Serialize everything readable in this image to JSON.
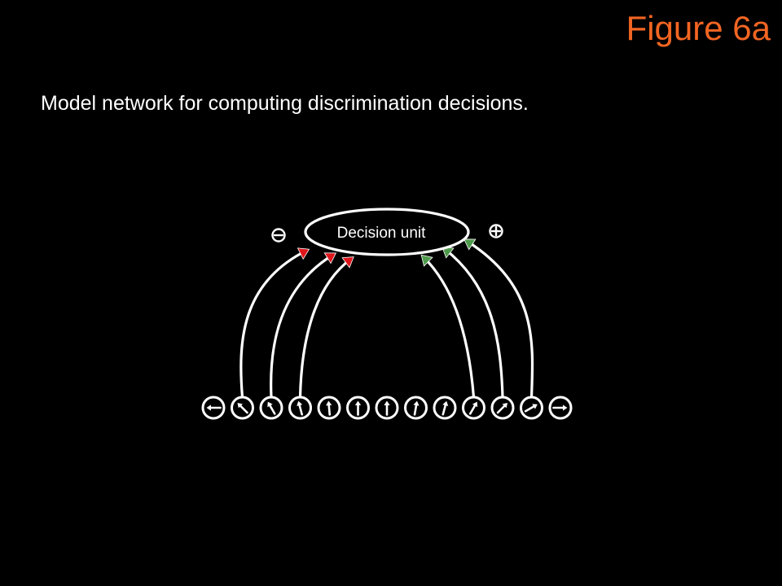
{
  "figure_title": "Figure 6a",
  "caption": "Model network for computing discrimination decisions.",
  "diagram": {
    "decision_unit_label": "Decision unit",
    "inhibitory_sign": "minus-sign",
    "excitatory_sign": "plus-sign",
    "input_units": {
      "count": 13,
      "preferred_directions_deg": [
        180,
        135,
        120,
        105,
        95,
        90,
        90,
        80,
        75,
        60,
        45,
        30,
        0
      ]
    },
    "connections": [
      {
        "from_unit": 1,
        "type": "inhibitory"
      },
      {
        "from_unit": 2,
        "type": "inhibitory"
      },
      {
        "from_unit": 3,
        "type": "inhibitory"
      },
      {
        "from_unit": 9,
        "type": "excitatory"
      },
      {
        "from_unit": 10,
        "type": "excitatory"
      },
      {
        "from_unit": 11,
        "type": "excitatory"
      }
    ],
    "colors": {
      "title": "#f26522",
      "inhibitory": "#e0161b",
      "excitatory": "#4f9a4c",
      "lines": "#ffffff",
      "background": "#000000"
    }
  }
}
